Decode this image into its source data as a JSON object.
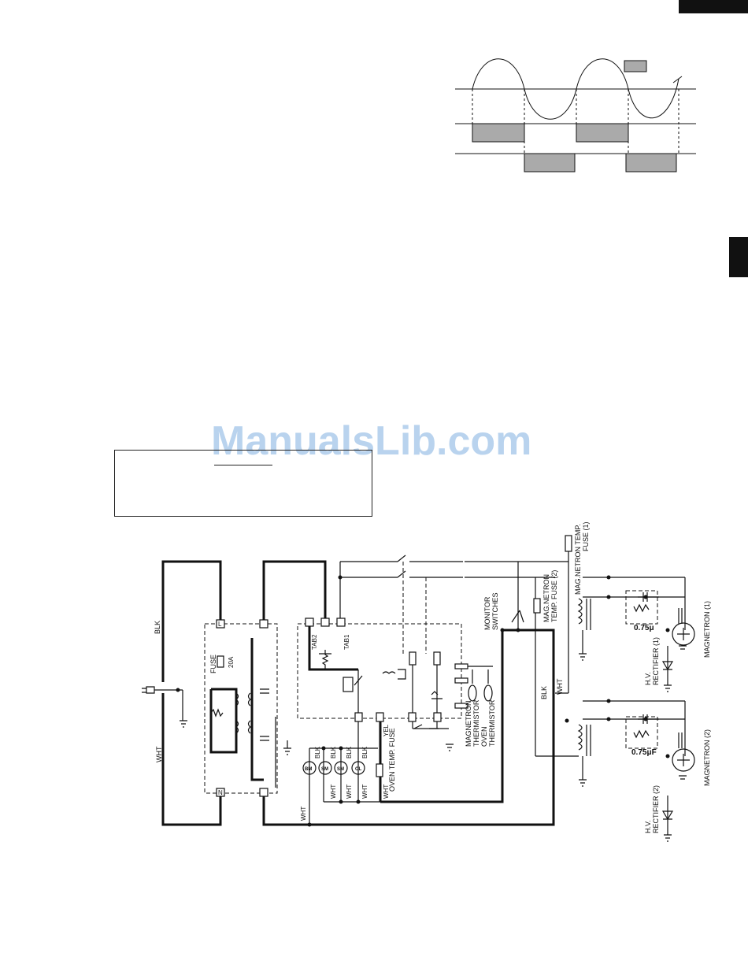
{
  "labels": {
    "blk_main": "BLK",
    "wht_main": "WHT",
    "fuse": "FUSE",
    "fuse_rating": "20A",
    "l_term": "L",
    "n_term": "N",
    "tab2": "TAB2",
    "tab1": "TAB1",
    "monitor_1": "MONITOR",
    "monitor_2": "SWITCHES",
    "mag_fuse2_1": "MAG.NETRON",
    "mag_fuse2_2": "TEMP. FUSE (2)",
    "mag_fuse1_1": "MAG.NETRON TEMP.",
    "mag_fuse1_2": "FUSE (1)",
    "cap1": "0.75μ",
    "cap2": "0.75μF",
    "rect1_1": "H.V.",
    "rect1_2": "RECTIFIER (1)",
    "rect2_1": "H.V.",
    "rect2_2": "RECTIFIER (2)",
    "mag1": "MAGNETRON (1)",
    "mag2": "MAGNETRON (2)",
    "blk_mid": "BLK",
    "wht_mid": "WHT",
    "yel": "YEL",
    "oven_fuse": "OVEN TEMP. FUSE",
    "mag_therm_1": "MAGNETRON",
    "mag_therm_2": "THERMISTOR",
    "oven_therm_1": "OVEN",
    "oven_therm_2": "THERMISTOR",
    "bm": "BM",
    "sm1": "SM",
    "sm2": "SM",
    "ol": "OL",
    "w_blk1": "BLK",
    "w_blk2": "BLK",
    "w_blk3": "BLK",
    "w_blk4": "BLK",
    "w_wht1": "WHT",
    "w_wht2": "WHT",
    "w_wht3": "WHT",
    "w_wht4": "WHT",
    "wht_bottom": "WHT"
  },
  "watermark": "ManualsLib.com"
}
